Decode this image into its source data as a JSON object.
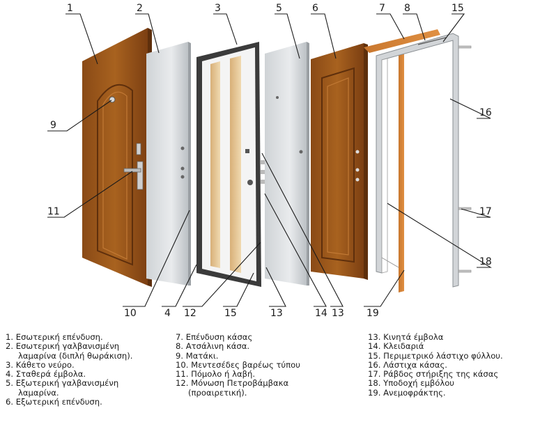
{
  "callouts": [
    {
      "label": "1"
    },
    {
      "label": "2"
    },
    {
      "label": "3"
    },
    {
      "label": "5"
    },
    {
      "label": "6"
    },
    {
      "label": "7"
    },
    {
      "label": "8"
    },
    {
      "label": "15"
    },
    {
      "label": "9"
    },
    {
      "label": "11"
    },
    {
      "label": "16"
    },
    {
      "label": "17"
    },
    {
      "label": "18"
    },
    {
      "label": "10"
    },
    {
      "label": "4"
    },
    {
      "label": "12"
    },
    {
      "label": "15"
    },
    {
      "label": "13"
    },
    {
      "label": "14"
    },
    {
      "label": "13"
    },
    {
      "label": "19"
    }
  ],
  "legend": {
    "col1": [
      "1. Εσωτερική επένδυση.",
      "2. Εσωτερική γαλβανισμένη",
      "λαμαρίνα (διπλή θωράκιση).",
      "3. Κάθετο νεύρο.",
      "4. Σταθερά έμβολα.",
      "5. Εξωτερική γαλβανισμένη",
      "λαμαρίνα.",
      "6. Εξωτερική επένδυση."
    ],
    "col2": [
      "7.      Επένδυση κάσας",
      "8.      Ατσάλινη κάσα.",
      "9.      Ματάκι.",
      "10. Μεντεσέδες βαρέως τύπου",
      "11. Πόμολο ή λαβή.",
      "12. Μόνωση Πετροβάμβακα",
      "(προαιρετική)."
    ],
    "col3": [
      "13. Κινητά έμβολα",
      "14. Κλειδαριά",
      "15. Περιμετρικό λάστιχο φύλλου.",
      "16. Λάστιχα κάσας.",
      "17. Ράβδος στήριξης της κάσας",
      "18. Υποδοχή εμβόλου",
      "19. Ανεμοφράκτης."
    ]
  }
}
